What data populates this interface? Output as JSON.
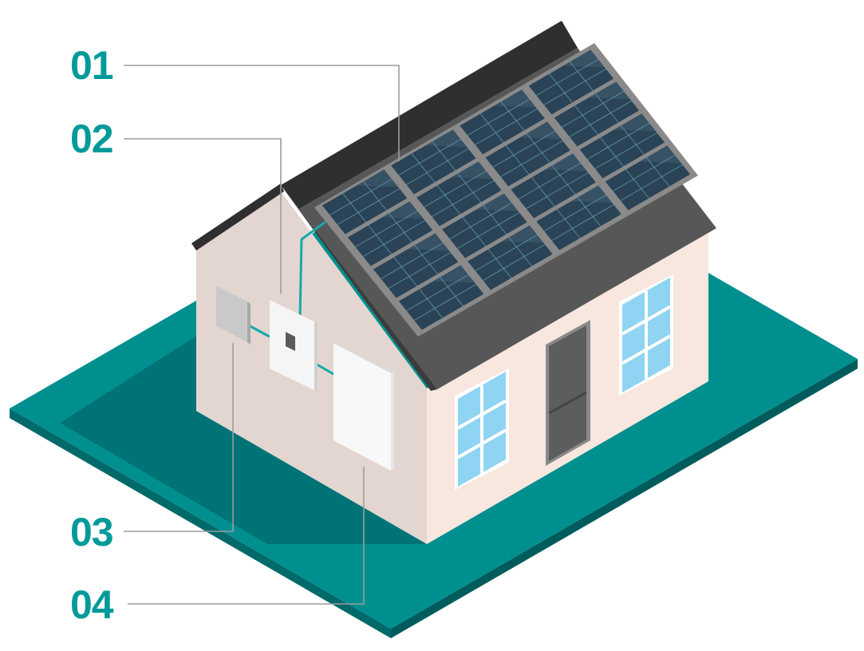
{
  "callouts": [
    {
      "id": "01",
      "label": "01",
      "target": "solar-panels"
    },
    {
      "id": "02",
      "label": "02",
      "target": "inverter"
    },
    {
      "id": "03",
      "label": "03",
      "target": "meter-box"
    },
    {
      "id": "04",
      "label": "04",
      "target": "battery"
    }
  ],
  "colors": {
    "label": "#009a9a",
    "ground_top": "#008f8f",
    "ground_side": "#006a6a",
    "ground_shadow": "#007377",
    "wall_light": "#f7e7df",
    "wall_shade": "#e3d6d0",
    "roof_frame": "#575757",
    "roof_ridge": "#2f2f2f",
    "panel": "#2a4356",
    "panel_grid": "#6aa3b9",
    "window_glass": "#8fd4f2",
    "window_frame": "#ffffff",
    "door": "#5d5d5d",
    "meter": "#c9c9c9",
    "inverter": "#f5f5f5",
    "battery": "#f8f8f8",
    "cable": "#14a9a9",
    "leader_line": "#9c9c9c"
  }
}
